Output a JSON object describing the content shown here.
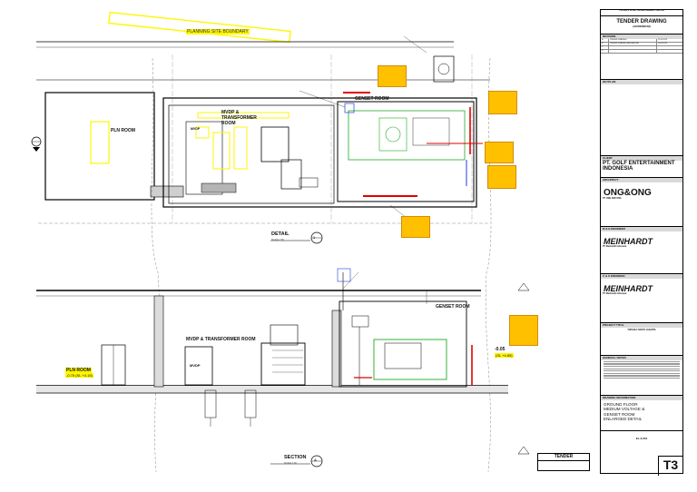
{
  "boundary_label": "PLANNING SITE BOUNDARY",
  "detail_view": {
    "rooms": {
      "pln_room": "PLN ROOM",
      "mvdp_room_l1": "MVDP &",
      "mvdp_room_l2": "TRANSFORMER",
      "mvdp_room_l3": "ROOM",
      "genset_room": "GENSET ROOM",
      "mvdp": "MVDP"
    },
    "title": "DETAIL",
    "tag_number": "1",
    "scale": "SCALE 1:50"
  },
  "section_view": {
    "rooms": {
      "mvdp_room": "MVDP & TRANSFORMER ROOM",
      "genset_room": "GENSET ROOM",
      "mvdp": "MVDP",
      "pln_room": "PLN ROOM"
    },
    "title": "SECTION",
    "tag_letter": "A",
    "scale": "SCALE 1:50",
    "levels": {
      "left": "-0.75 (SL +4.15)",
      "right": "-0.05",
      "right_sub": "(SL +4.85)"
    }
  },
  "title_block": {
    "project_header": "TOPGOLF SPORT ENTERTAINMENT CENTRE",
    "drawing_type": "TENDER DRAWING",
    "drawing_type_sub": "(ADDENDUM)",
    "revision_head": "REVISION",
    "revisions": [
      {
        "rev": "A",
        "desc": "TENDER DRAWING",
        "date": "22.03.2023"
      },
      {
        "rev": "B",
        "desc": "TENDER DRAWING (ADDENDUM)",
        "date": "10.04.2023"
      },
      {
        "rev": "C",
        "desc": "",
        "date": ""
      },
      {
        "rev": "D",
        "desc": "",
        "date": ""
      }
    ],
    "keyplan_head": "KEYPLAN",
    "client_head": "CLIENT",
    "client_name": "PT. GOLF ENTERTAINMENT INDONESIA",
    "architect_head": "ARCHITECT",
    "architect_logo": "ONG&ONG",
    "architect_name": "PT. ONG AND ONG",
    "mep_head": "M & E ENGINEER",
    "mep_logo": "MEINHARDT",
    "mep_name": "PT. Meinhardt Indonesia",
    "cs_head": "C & S ENGINEER",
    "cs_logo": "MEINHARDT",
    "cs_name": "PT. Meinhardt Indonesia",
    "project_title_head": "PROJECT TITLE",
    "project_title": "TOPGOLF SOUTH JAKARTA",
    "general_notes_head": "GENERAL NOTES",
    "drawing_info_head": "DRAWING INFORMATION",
    "drawing_title_1": "GROUND FLOOR",
    "drawing_title_2": "MEDIUM VOLTAGE &",
    "drawing_title_3": "GENSET ROOM",
    "drawing_title_4": "ENLARGED DETAIL",
    "drawing_no": "EL-3-601",
    "sheet_size": "T3"
  },
  "stamp": {
    "label": "TENDER"
  },
  "colors": {
    "callout": "#ffc000",
    "highlight": "#fff600",
    "cable_red": "#e00000",
    "equipment_green": "#22aa22"
  }
}
